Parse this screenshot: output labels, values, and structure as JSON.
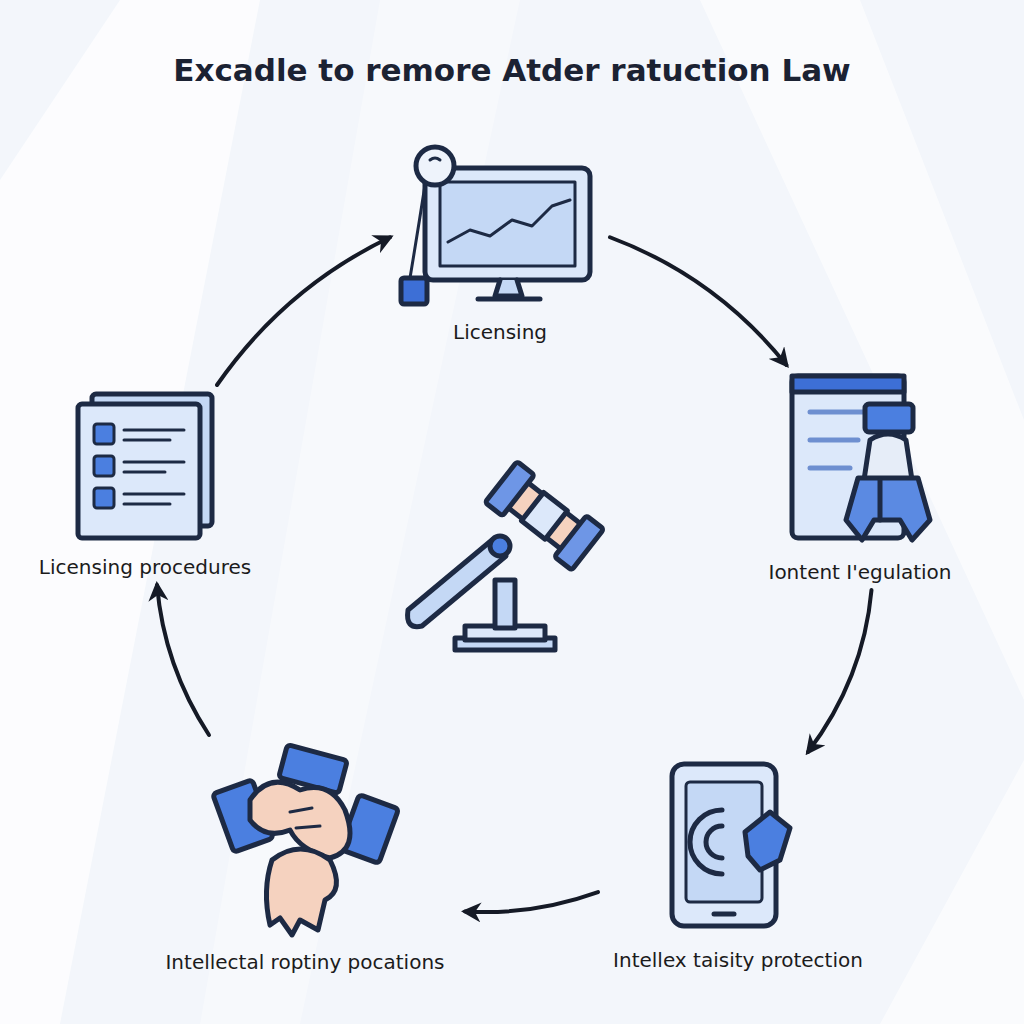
{
  "diagram": {
    "title": "Excadle to remore Atder ratuction Law",
    "nodes": [
      {
        "text": [
          "Licensing"
        ]
      },
      {
        "text": [
          "Iontent I'egulation"
        ]
      },
      {
        "text": [
          "Intellex taisity protection"
        ]
      },
      {
        "text": [
          "Intellectal roptiny pocations"
        ]
      },
      {
        "text": [
          "Licensing procedures"
        ]
      }
    ],
    "edges": [
      {
        "from": 0,
        "to": 1,
        "arrow": "to"
      },
      {
        "from": 1,
        "to": 2,
        "arrow": "to"
      },
      {
        "from": 2,
        "to": 3,
        "arrow": "to"
      },
      {
        "from": 3,
        "to": 4,
        "arrow": "to"
      },
      {
        "from": 4,
        "to": 0,
        "arrow": "to"
      }
    ]
  }
}
